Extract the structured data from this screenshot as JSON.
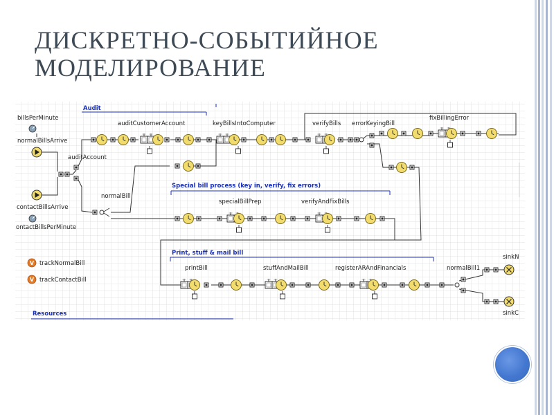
{
  "title": {
    "line1": "ДИСКРЕТНО-СОБЫТИЙНОЕ",
    "line2": "МОДЕЛИРОВАНИЕ"
  },
  "colors": {
    "title": "#3d4a55",
    "section": "#1a2fb8",
    "line": "#333333",
    "delay": "#f3dc6e",
    "grid": "#e2e2e2",
    "accent": "#4478d0"
  },
  "diagram": {
    "sections": {
      "audit": "Audit",
      "special": "Special bill process (key in, verify, fix errors)",
      "print": "Print, stuff & mail bill",
      "resources": "Resources"
    },
    "params": {
      "bills_per_minute": "billsPerMinute",
      "contact_bills_per_minute": "ontactBillsPerMinute"
    },
    "sources": {
      "normal": "normalBillsArrive",
      "contact": "contactBillsArrive"
    },
    "labels": {
      "audit_account": "auditAccount",
      "normal_bill": "normalBill",
      "audit_customer_account": "auditCustomerAccount",
      "key_bills_into_computer": "keyBillsIntoComputer",
      "verify_bills": "verifyBills",
      "error_keying_bill": "errorKeyingBill",
      "fix_billing_error": "fixBillingError",
      "special_bill_prep": "specialBillPrep",
      "verify_and_fix_bills": "verifyAndFixBills",
      "print_bill": "printBill",
      "stuff_and_mail_bill": "stuffAndMailBill",
      "register_ar_and_financials": "registerARAndFinancials",
      "normal_bill1": "normalBill1",
      "sink_normal": "sinkN",
      "sink_contact": "sinkC"
    },
    "trackers": {
      "normal": "trackNormalBill",
      "contact": "trackContactBill"
    },
    "tracker_icon": "V"
  }
}
